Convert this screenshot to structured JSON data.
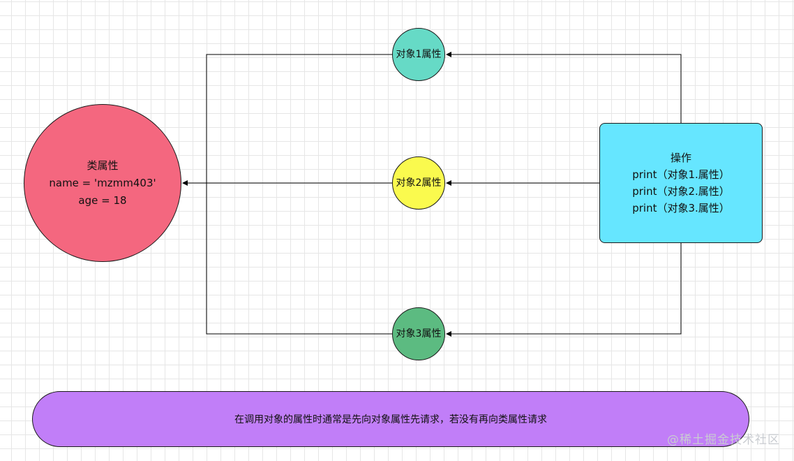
{
  "class_node": {
    "title": "类属性",
    "line1": "name = 'mzmm403'",
    "line2": "age = 18"
  },
  "object_nodes": {
    "obj1": "对象1属性",
    "obj2": "对象2属性",
    "obj3": "对象3属性"
  },
  "operation_node": {
    "title": "操作",
    "line1": "print（对象1.属性）",
    "line2": "print（对象2.属性）",
    "line3": "print（对象3.属性）"
  },
  "note": "在调用对象的属性时通常是先向对象属性先请求，若没有再向类属性请求",
  "watermark": "@稀土掘金技术社区",
  "colors": {
    "class_fill": "#f4677f",
    "obj1_fill": "#66dac6",
    "obj2_fill": "#fafa4e",
    "obj3_fill": "#5cbb81",
    "operation_fill": "#66e6ff",
    "note_fill": "#c17ef8"
  }
}
